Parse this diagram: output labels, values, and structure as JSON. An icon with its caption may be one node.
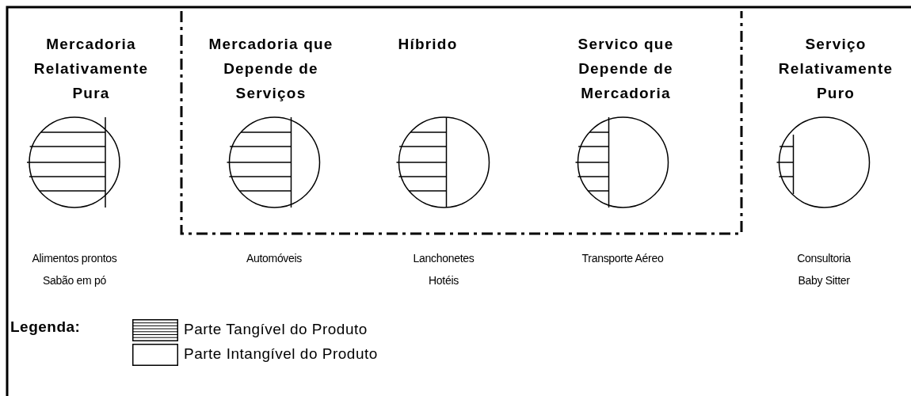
{
  "diagram": {
    "nodes": [
      {
        "text": [
          "Mercadoria Relativamente Pura"
        ],
        "beside": [
          "Alimentos prontos",
          "Sabão em pó"
        ]
      },
      {
        "text": [
          "Mercadoria que Depende de Serviços"
        ]
      },
      {
        "text": [
          "Híbrido"
        ],
        "beside": [
          "Lanchonetes",
          "Hotéis"
        ]
      },
      {
        "text": [
          "Servico que Depende de Mercadoria"
        ]
      },
      {
        "text": [
          "Serviço Relativamente Puro"
        ],
        "beside": [
          "Consultoria",
          "Baby Sitter"
        ]
      }
    ],
    "edges": [],
    "labels": [
      "Automóveis",
      "Transporte Aéreo",
      "Legenda:"
    ],
    "legend": [
      {
        "text": "Parte Tangível do Produto"
      },
      {
        "text": "Parte Intangível do Produto"
      }
    ]
  }
}
